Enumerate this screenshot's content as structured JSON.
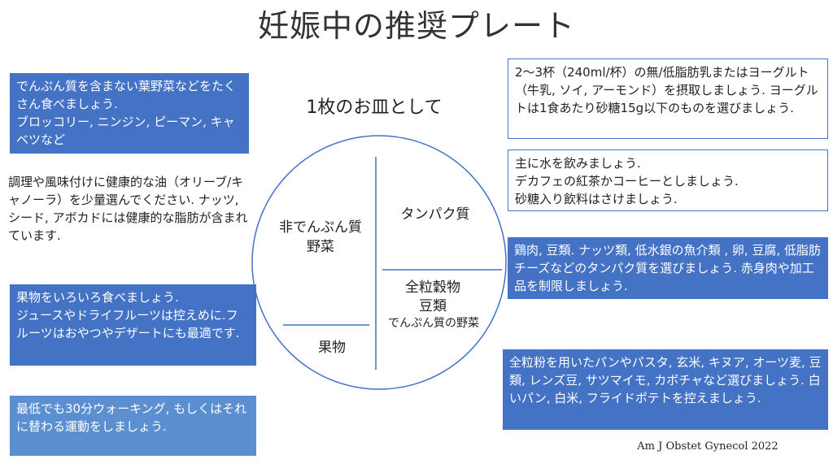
{
  "title": "妊娠中の推奨プレート",
  "subtitle": "1枚のお皿として",
  "plate": {
    "sections": {
      "vegetables": "非でんぷん質\n野菜",
      "protein": "タンパク質",
      "grains": "全粒穀物\n豆類",
      "grains_sub": "でんぷん質の野菜",
      "fruit": "果物"
    },
    "stroke_color": "#4472c4"
  },
  "left_notes": {
    "vegetables": "でんぷん質を含まない葉野菜などをたくさん食べましょう.\nブロッコリー, ニンジン, ピーマン, キャベツなど",
    "oils": "調理や風味付けに健康的な油（オリーブ/キャノーラ）を少量選んでください. ナッツ, シード, アボカドには健康的な脂肪が含まれています.",
    "fruit": "果物をいろいろ食べましょう.\nジュースやドライフルーツは控えめに.フルーツはおやつやデザートにも最適です.",
    "exercise": "最低でも30分ウォーキング, もしくはそれに替わる運動をしましょう."
  },
  "right_notes": {
    "dairy": "2〜3杯（240ml/杯）の無/低脂肪乳またはヨーグルト（牛乳, ソイ, アーモンド）を摂取しましょう. ヨーグルトは1食あたり砂糖15g以下のものを選びましょう.",
    "drinks": "主に水を飲みましょう.\nデカフェの紅茶かコーヒーとしましょう.\n砂糖入り飲料はさけましょう.",
    "protein": "鶏肉, 豆類. ナッツ類, 低水銀の魚介類 , 卵, 豆腐, 低脂肪チーズなどのタンパク質を選びましょう. 赤身肉や加工品を制限しましょう.",
    "grains": "全粒粉を用いたパンやパスタ, 玄米, キヌア, オーツ麦, 豆類, レンズ豆, サツマイモ, カボチャなど選びましょう. 白いパン, 白米, フライドポテトを控えましょう."
  },
  "citation": "Am J Obstet Gynecol 2022",
  "colors": {
    "box_blue": "#4472c4",
    "box_blue_light": "#5b8fd0",
    "outline": "#4472c4"
  }
}
